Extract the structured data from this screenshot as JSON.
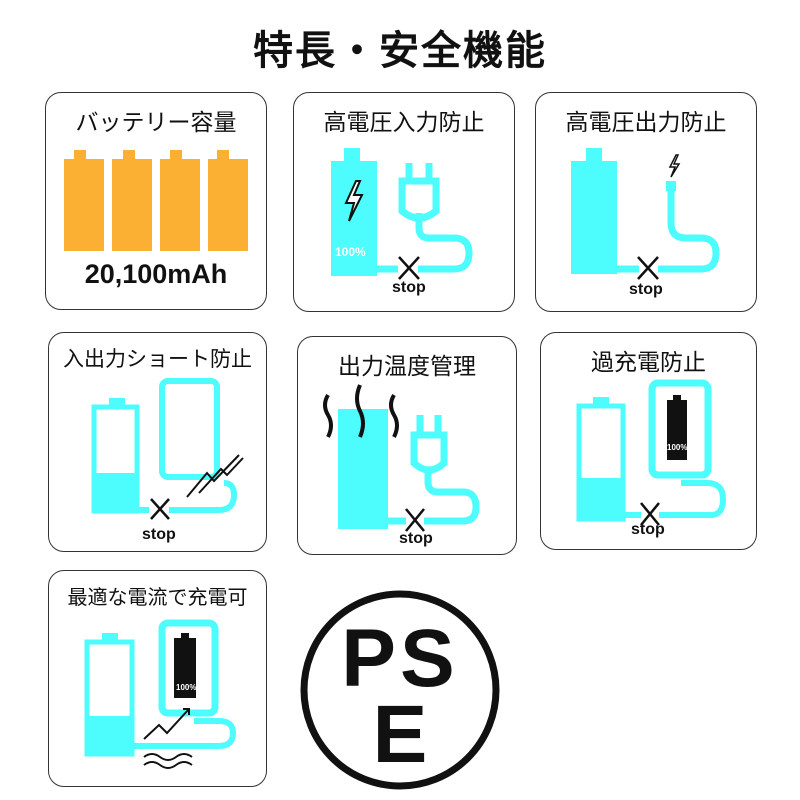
{
  "title": "特長・安全機能",
  "cards": [
    {
      "label": "バッテリー容量",
      "value": "20,100mAh"
    },
    {
      "label": "高電圧入力防止",
      "percent": "100%",
      "stop": "stop"
    },
    {
      "label": "高電圧出力防止",
      "stop": "stop"
    },
    {
      "label": "入出力ショート防止",
      "stop": "stop"
    },
    {
      "label": "出力温度管理",
      "stop": "stop"
    },
    {
      "label": "過充電防止",
      "percent": "100%",
      "stop": "stop"
    },
    {
      "label": "最適な電流で充電可",
      "percent": "100%"
    }
  ],
  "mark": {
    "line1": "PS",
    "line2": "E"
  },
  "colors": {
    "cyan": "#4dfcfc",
    "orange": "#fbb034"
  }
}
